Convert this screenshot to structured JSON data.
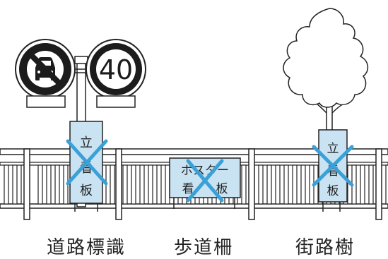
{
  "signs": {
    "speed_limit": "40",
    "no_car_icon": "no-cars-prohibition-icon"
  },
  "placards": {
    "left": [
      "立",
      "看",
      "板"
    ],
    "middle_line1": "ポスター",
    "middle_line2": [
      "看",
      "板"
    ],
    "right": [
      "立",
      "看",
      "板"
    ]
  },
  "labels": {
    "road_sign": "道路標識",
    "sidewalk_fence": "歩道柵",
    "street_tree": "街路樹"
  },
  "colors": {
    "placard_fill": "#c9e3f2",
    "cross": "#3aa0d8",
    "line": "#222222"
  }
}
